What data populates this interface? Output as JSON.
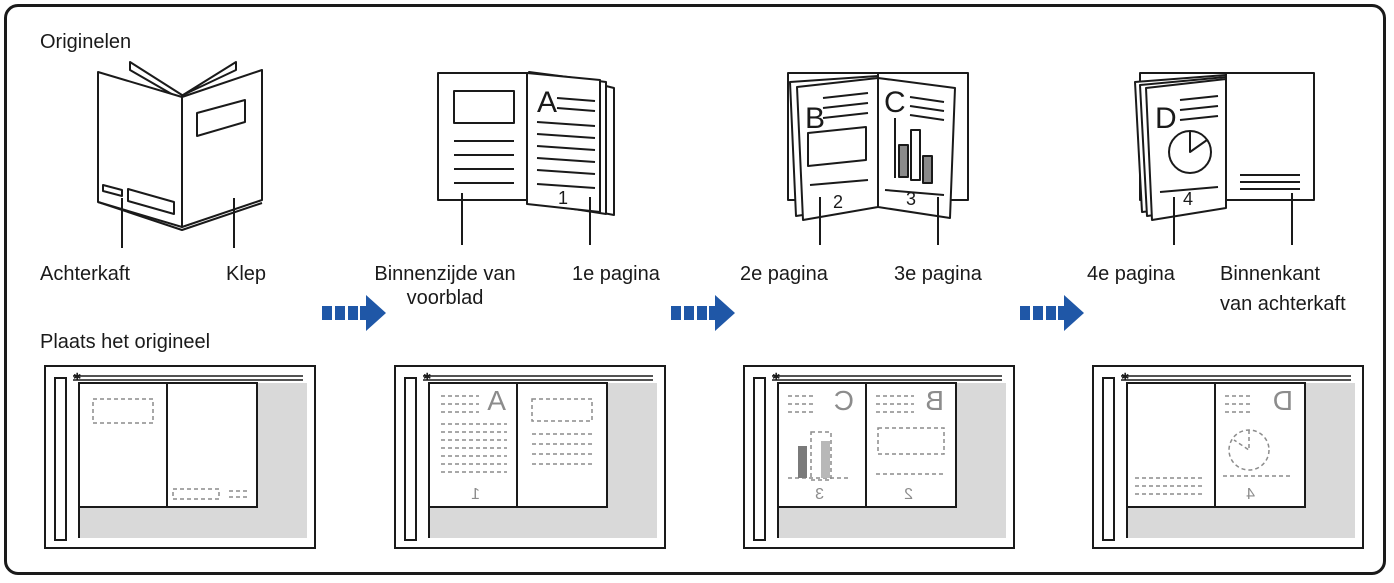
{
  "labels": {
    "originals_heading": "Originelen",
    "place_heading": "Plaats het origineel",
    "back_cover": "Achterkaft",
    "flap": "Klep",
    "inside_front_cover_line1": "Binnenzijde van",
    "inside_front_cover_line2": "voorblad",
    "page1": "1e pagina",
    "page2": "2e pagina",
    "page3": "3e pagina",
    "page4": "4e pagina",
    "inside_back_cover_line1": "Binnenkant",
    "inside_back_cover_line2": "van achterkaft"
  },
  "page_letters": {
    "a": "A",
    "b": "B",
    "c": "C",
    "d": "D"
  },
  "page_numbers": {
    "p1": "1",
    "p2": "2",
    "p3": "3",
    "p4": "4"
  },
  "colors": {
    "arrow": "#1f57a7",
    "outline": "#1a1a1a",
    "glass": "#d9d9d9",
    "dashed": "#8c8c8c",
    "bar_dark": "#7a7a7a",
    "bar_light": "#b8b8b8"
  }
}
